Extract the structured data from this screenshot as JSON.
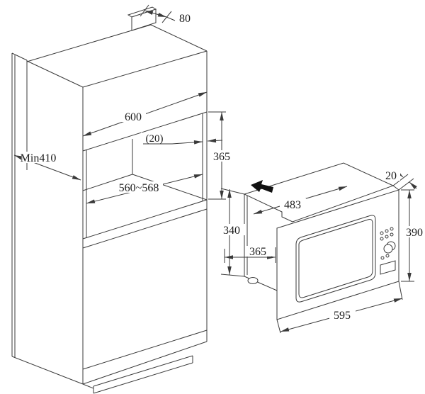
{
  "title": "Built-in microwave installation dimensions diagram",
  "dims": {
    "cabinet": {
      "top_recess_depth": "80",
      "facade_width": "600",
      "side_gap": "(20)",
      "niche_height": "365",
      "niche_interior_width": "560~568",
      "cabinet_depth": "Min410"
    },
    "microwave": {
      "body_width": "483",
      "trim_edge": "20",
      "body_height": "340",
      "body_depth": "365",
      "front_height": "390",
      "front_width": "595"
    }
  }
}
